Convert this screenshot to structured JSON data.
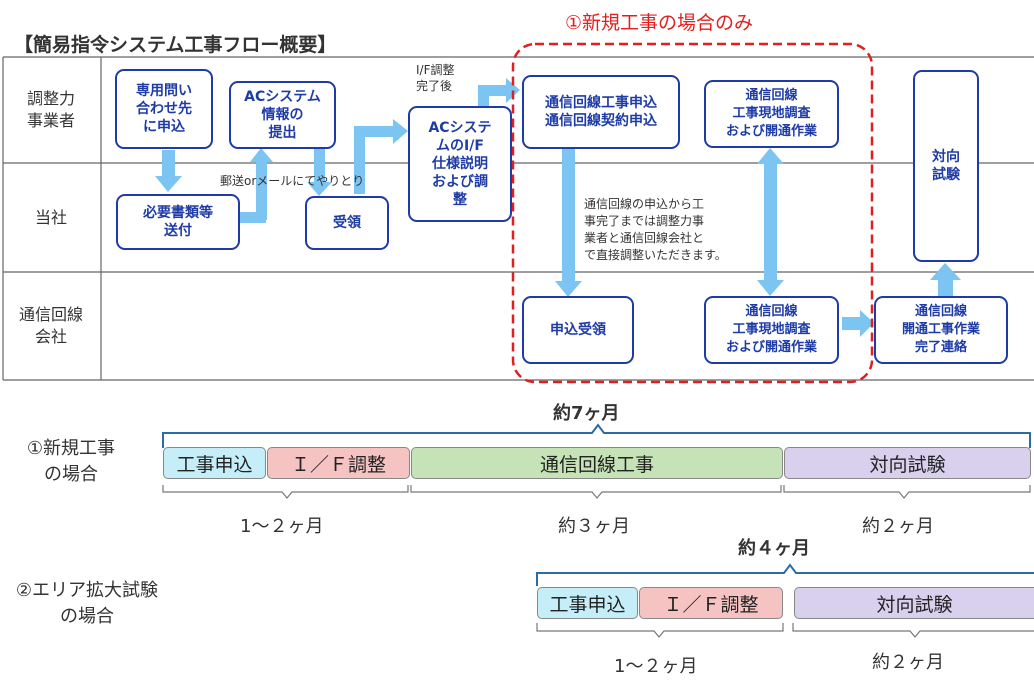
{
  "title": "【簡易指令システム工事フロー概要】",
  "highlight_label": "①新規工事の場合のみ",
  "lanes": [
    {
      "label": "調整力\n事業者"
    },
    {
      "label": "当社"
    },
    {
      "label": "通信回線\n会社"
    }
  ],
  "boxes": {
    "inquiry": "専用問い\n合わせ先\nに申込",
    "documents": "必要書類等\n送付",
    "ac_info": "ACシステム\n情報の\n提出",
    "receipt": "受領",
    "ac_if": "ACシステ\nムのI/F\n仕様説明\nおよび調\n整",
    "comm_apply": "通信回線工事申込\n通信回線契約申込",
    "app_receipt": "申込受領",
    "survey_top": "通信回線\n工事現地調査\nおよび開通作業",
    "survey_bottom": "通信回線\n工事現地調査\nおよび開通作業",
    "opening_done": "通信回線\n開通工事作業\n完了連絡",
    "test": "対向\n試験"
  },
  "annotations": {
    "mail": "郵送orメールにてやりとり",
    "if_done": "I/F調整\n完了後",
    "direct_note": "通信回線の申込から工\n事完了までは調整力事\n業者と通信回線会社と\nで直接調整いただきます。"
  },
  "timeline": {
    "case1": {
      "label": "①新規工事\nの場合",
      "total": "約7ヶ月",
      "segments": [
        "工事申込",
        "Ｉ／Ｆ調整",
        "通信回線工事",
        "対向試験"
      ],
      "durations": [
        "1～２ヶ月",
        "約３ヶ月",
        "約２ヶ月"
      ]
    },
    "case2": {
      "label": "②エリア拡大試験\nの場合",
      "total": "約４ヶ月",
      "segments": [
        "工事申込",
        "Ｉ／Ｆ調整",
        "対向試験"
      ],
      "durations": [
        "1～２ヶ月",
        "約２ヶ月"
      ]
    }
  },
  "colors": {
    "box_border": "#1f3ca6",
    "arrow": "#7cc4f2",
    "highlight_dash": "#e02020",
    "brace": "#2b6ca3",
    "seg_application": "#c6eef9",
    "seg_if": "#f6c3c3",
    "seg_comm": "#c5e3b6",
    "seg_test": "#d9d0ee"
  }
}
